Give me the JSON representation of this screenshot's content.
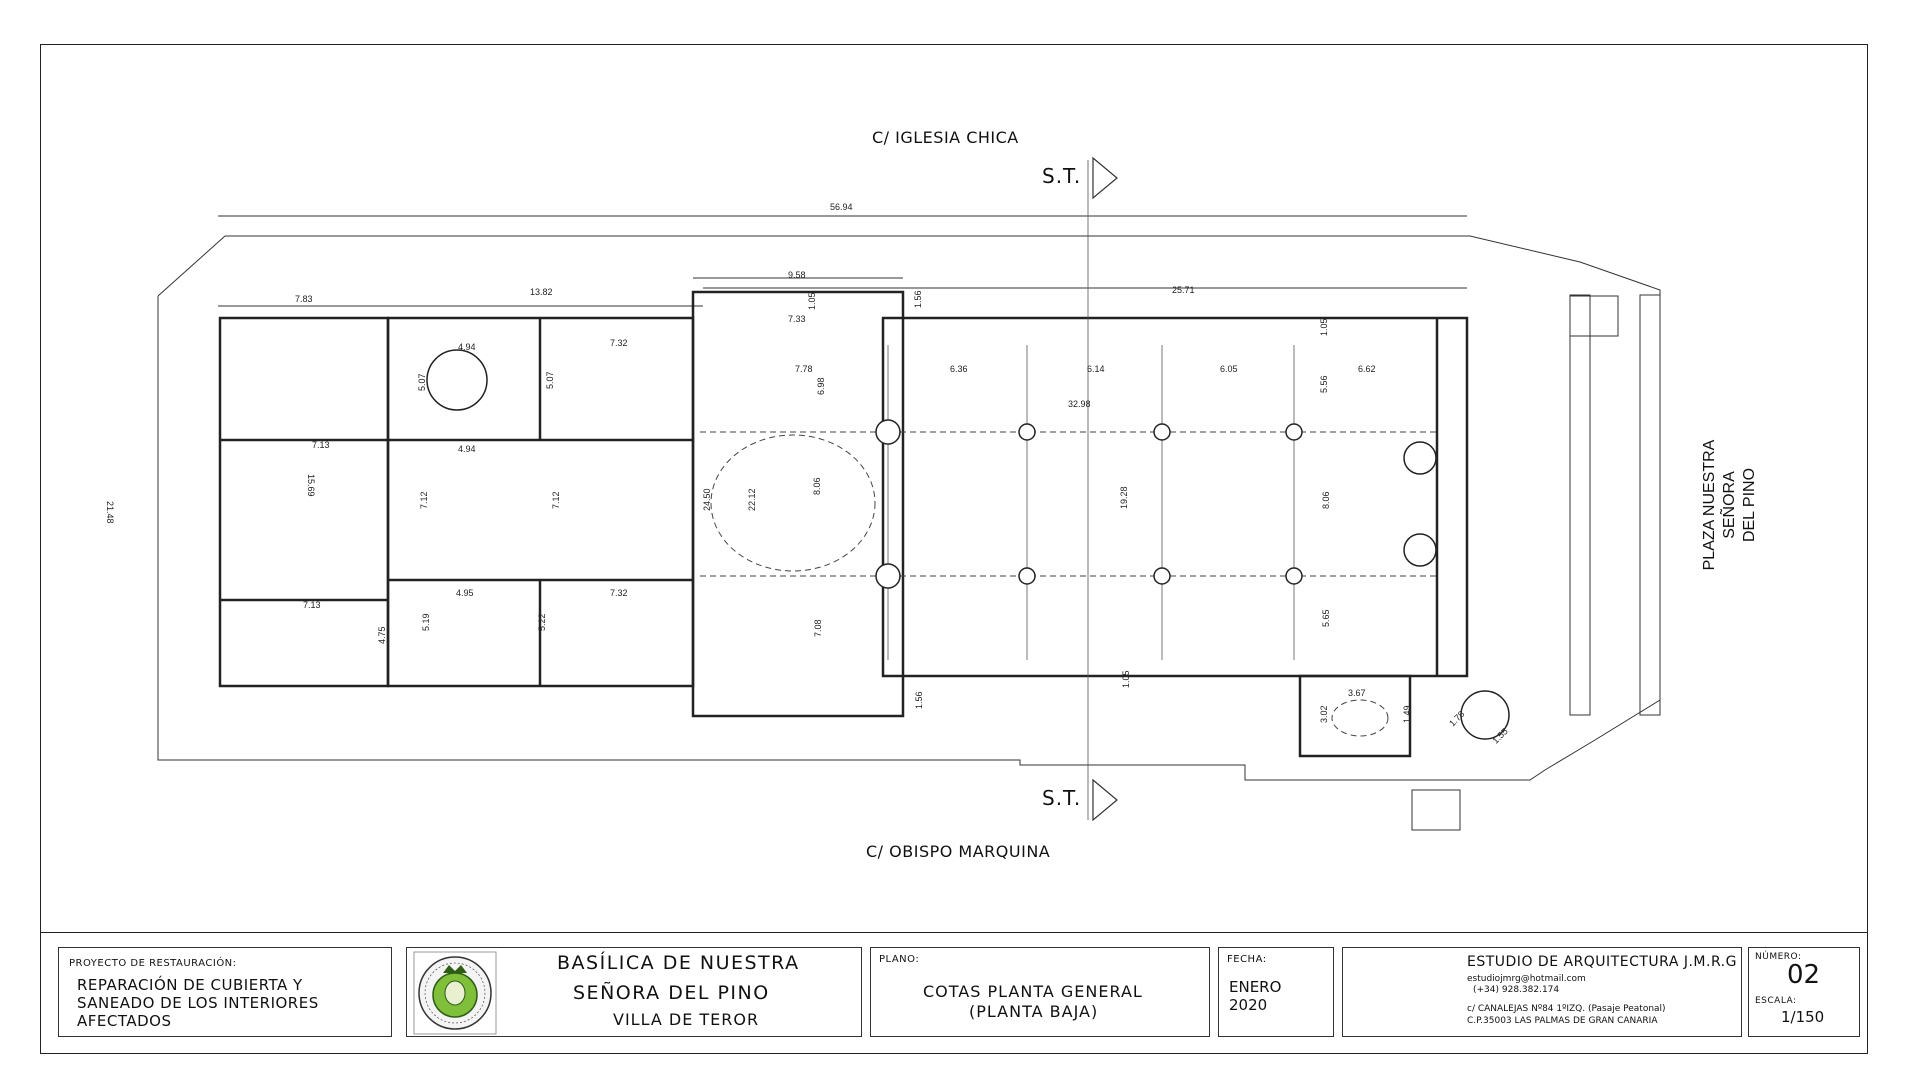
{
  "streets": {
    "north": "C/ IGLESIA CHICA",
    "south": "C/ OBISPO MARQUINA",
    "plaza_line1": "PLAZA NUESTRA SEÑORA",
    "plaza_line2": "DEL PINO"
  },
  "section_marks": {
    "top": "S.T.",
    "bottom": "S.T."
  },
  "dimensions": {
    "overall": "56.94",
    "left_wing": "7.83",
    "mid_wing": "13.82",
    "transept": "9.58",
    "nave": "25.71",
    "d_7_33": "7.33",
    "d_1_05_a": "1.05",
    "d_1_56_a": "1.56",
    "d_4_94_a": "4.94",
    "d_7_32_a": "7.32",
    "d_5_07_a": "5.07",
    "d_5_07_b": "5.07",
    "d_7_78": "7.78",
    "d_6_36": "6.36",
    "d_6_14": "6.14",
    "d_6_05": "6.05",
    "d_6_62": "6.62",
    "d_1_05_b": "1.05",
    "d_5_56": "5.56",
    "d_6_98": "6.98",
    "d_32_98": "32.98",
    "d_7_13_a": "7.13",
    "d_4_94_b": "4.94",
    "d_15_69": "15.69",
    "d_21_48": "21.48",
    "d_7_12_a": "7.12",
    "d_7_12_b": "7.12",
    "d_24_50": "24.50",
    "d_22_12": "22.12",
    "d_8_06_a": "8.06",
    "d_19_28": "19.28",
    "d_8_06_b": "8.06",
    "d_7_13_b": "7.13",
    "d_4_95": "4.95",
    "d_7_32_b": "7.32",
    "d_5_19": "5.19",
    "d_4_75": "4.75",
    "d_5_22": "5.22",
    "d_7_08": "7.08",
    "d_5_65": "5.65",
    "d_1_05_c": "1.05",
    "d_1_56_b": "1.56",
    "d_3_67": "3.67",
    "d_3_02": "3.02",
    "d_1_49": "1.49",
    "d_1_78": "1.78",
    "d_1_55": "1.55"
  },
  "title_block": {
    "project_caption": "PROYECTO DE RESTAURACIÓN:",
    "project_text": "REPARACIÓN DE CUBIERTA Y\nSANEADO DE LOS INTERIORES\nAFECTADOS",
    "building_line1": "BASÍLICA DE NUESTRA",
    "building_line2": "SEÑORA DEL PINO",
    "building_line3": "VILLA DE TEROR",
    "plan_caption": "PLANO:",
    "plan_line1": "COTAS PLANTA GENERAL",
    "plan_line2": "(PLANTA BAJA)",
    "date_caption": "FECHA:",
    "date_line1": "ENERO",
    "date_line2": "2020",
    "studio_name": "ESTUDIO DE ARQUITECTURA   J.M.R.G",
    "studio_email": "estudiojmrg@hotmail.com",
    "studio_phone": "(+34)  928.382.174",
    "studio_address1": "c/ CANALEJAS Nº84 1ºIZQ. (Pasaje Peatonal)",
    "studio_address2": "C.P.35003 LAS PALMAS DE GRAN CANARIA",
    "number_caption": "NÚMERO:",
    "number_value": "02",
    "scale_caption": "ESCALA:",
    "scale_value": "1/150"
  },
  "icons": {
    "seal": "basilica-seal-icon"
  }
}
